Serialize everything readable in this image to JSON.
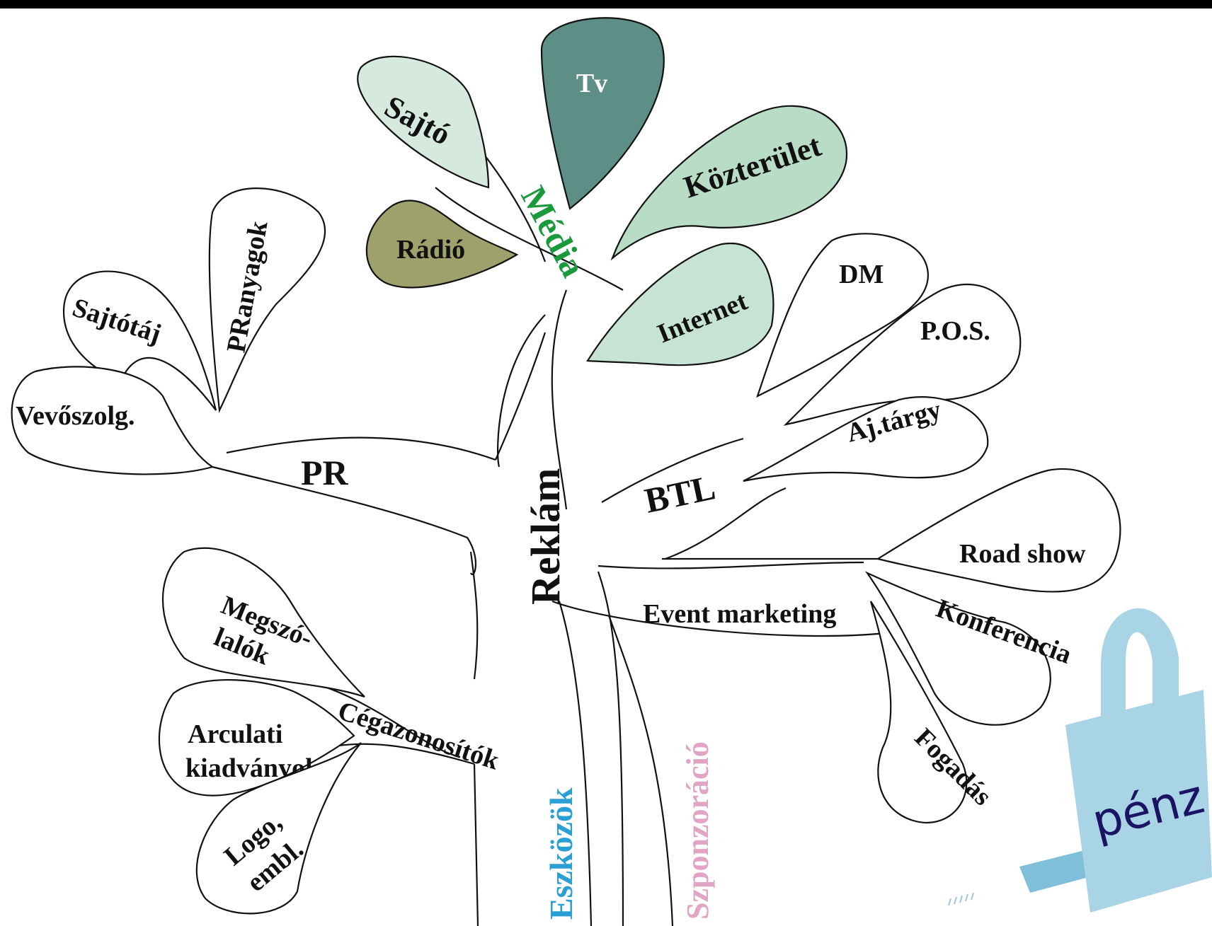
{
  "diagram": {
    "trunk_label": "Reklám",
    "branches": {
      "media": {
        "label": "Média",
        "color": "#1a9a3c",
        "leaves": {
          "sajto": "Sajtó",
          "tv": "Tv",
          "kozterulet": "Közterület",
          "radio": "Rádió",
          "internet": "Internet"
        }
      },
      "pr": {
        "label": "PR",
        "leaves": {
          "prany": "PRanyagok",
          "sajtotaj": "Sajtótáj",
          "vevo": "Vevőszolg."
        }
      },
      "btl": {
        "label": "BTL",
        "leaves": {
          "dm": "DM",
          "pos": "P.O.S.",
          "ajtargy": "Aj.tárgy"
        }
      },
      "event": {
        "label": "Event marketing",
        "leaves": {
          "roadshow": "Road show",
          "konferencia": "Konferencia",
          "fogadas": "Fogadás"
        }
      },
      "cegazonositok": {
        "label": "Cégazonosítók",
        "leaves": {
          "megszolalok": [
            "Megszó-",
            "lalók"
          ],
          "arculati": [
            "Arculati",
            "kiadványok"
          ],
          "logo": [
            "Logo,",
            "embl."
          ]
        }
      },
      "eszkozok": {
        "label": "Eszközök",
        "color": "#2a9fd6"
      },
      "szponzoracio": {
        "label": "Szponzoráció",
        "color": "#e2a4c4"
      }
    },
    "lock": {
      "label": "pénz",
      "color": "#a9d4e6",
      "text_color": "#1b1464"
    }
  },
  "colors": {
    "leaf_light": "#d5e9de",
    "leaf_tv": "#5e8f86",
    "leaf_kozterulet": "#b9dcc7",
    "leaf_radio": "#9ea16b",
    "leaf_internet": "#c6e3d4",
    "background": "#000000",
    "paper": "#ffffff"
  }
}
